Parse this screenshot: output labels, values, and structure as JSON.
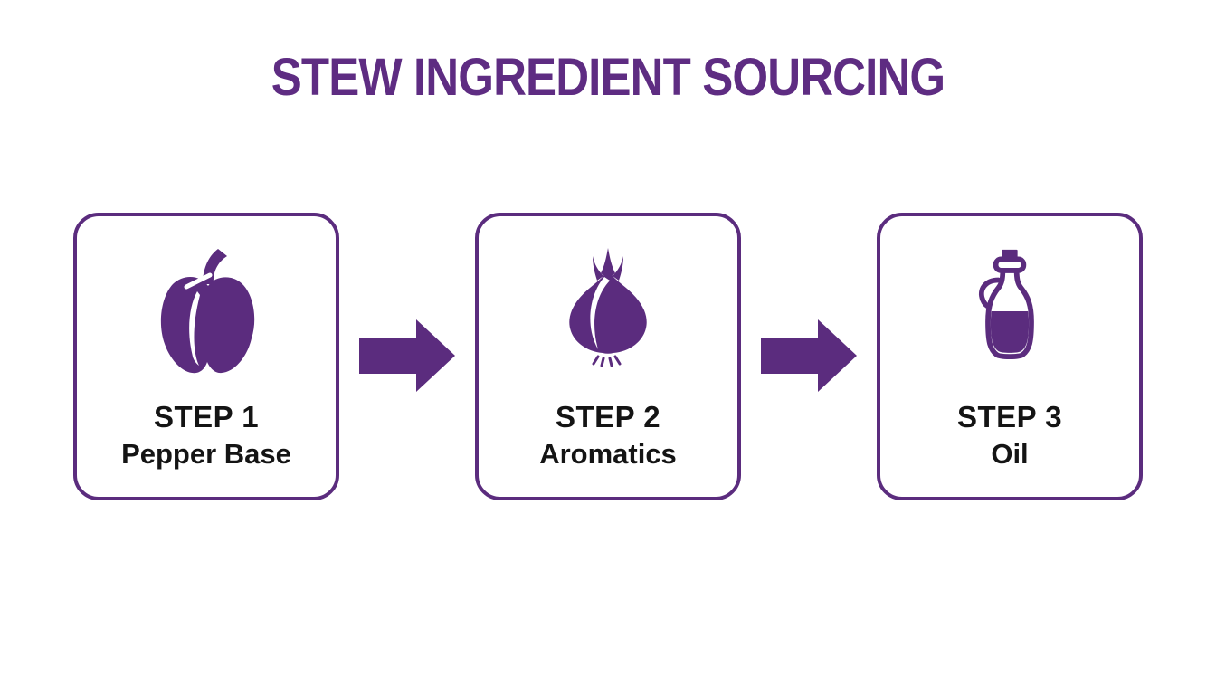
{
  "title": "STEW INGREDIENT SOURCING",
  "colors": {
    "accent_purple": "#5B2C7E",
    "title_purple": "#5E2C82",
    "label_black": "#141414",
    "background": "#FFFFFF"
  },
  "steps": [
    {
      "step_label": "STEP 1",
      "name": "Pepper Base",
      "icon": "bell-pepper-icon"
    },
    {
      "step_label": "STEP 2",
      "name": "Aromatics",
      "icon": "onion-icon"
    },
    {
      "step_label": "STEP 3",
      "name": "Oil",
      "icon": "oil-bottle-icon"
    }
  ],
  "connectors": [
    {
      "icon": "arrow-right-icon",
      "direction": "right"
    },
    {
      "icon": "arrow-right-icon",
      "direction": "right"
    }
  ]
}
